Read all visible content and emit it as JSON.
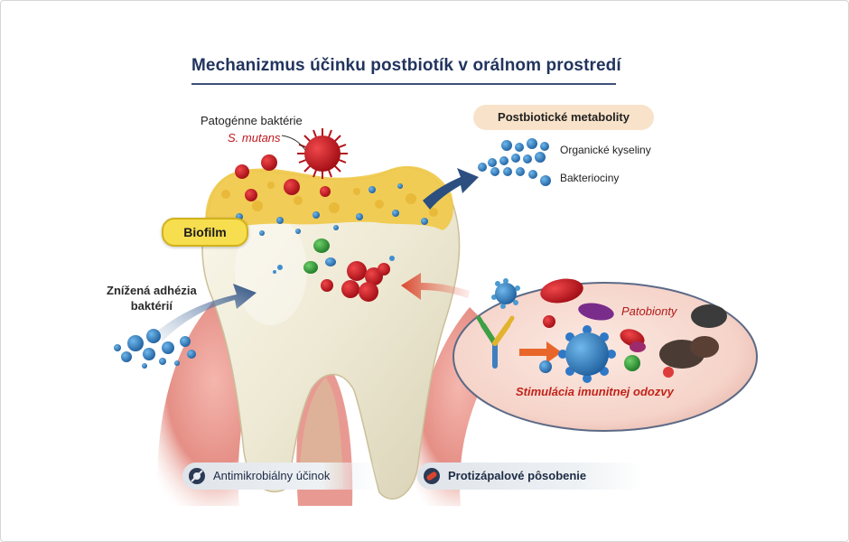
{
  "title": "Mechanizmus účinku postbiotík v orálnom prostredí",
  "labels": {
    "pathogenic_bacteria": "Patogénne baktérie",
    "s_mutans": "S. mutans",
    "biofilm": "Biofilm",
    "reduced_adhesion_line1": "Znížená adhézia",
    "reduced_adhesion_line2": "baktérií",
    "postbiotic_metabolites": "Postbiotické metabolity",
    "organic_acids": "Organické kyseliny",
    "bacteriocins": "Bakteriociny",
    "pathobionts": "Patobionty",
    "immune_stimulation": "Stimulácia imunitnej odozvy"
  },
  "footer": {
    "antimicrobial": "Antimikrobiálny účinok",
    "anti_inflammatory": "Protizápalové pôsobenie"
  },
  "colors": {
    "title": "#22345e",
    "pathogen_red": "#c0161d",
    "biofilm_yellow": "#f0c94a",
    "metabolite_blue": "#2f86c6",
    "arrow_navy": "#2c4f80",
    "arrow_red": "#d8452d",
    "gum_pink": "#e9908a"
  },
  "icons": [
    "pathogen-icon",
    "metabolite-icon",
    "antibody-icon",
    "immune-cell-icon",
    "microbe-icon",
    "capsule-icon"
  ]
}
